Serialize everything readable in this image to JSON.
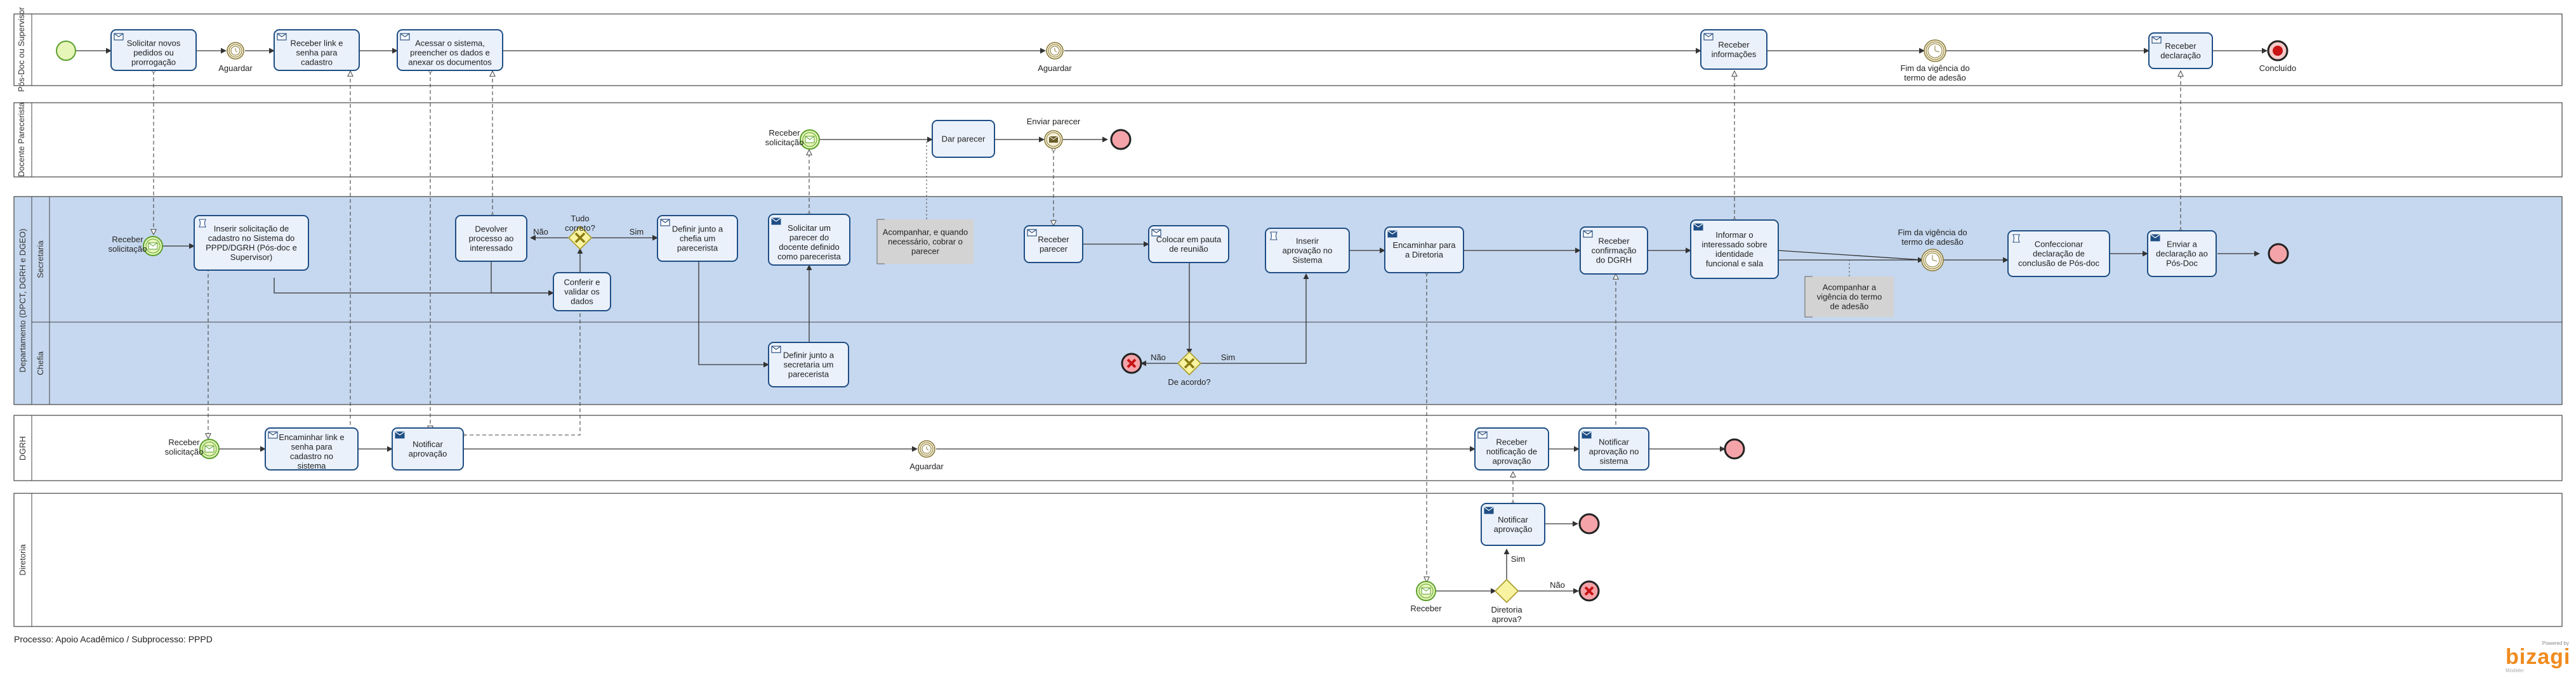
{
  "pools": [
    {
      "key": "pos",
      "label": "Pós-Doc ou Supervisor"
    },
    {
      "key": "doc",
      "label": "Docente Parecerista"
    },
    {
      "key": "dep",
      "label": "Departamento (DPCT, DGRH e DGEO)"
    },
    {
      "key": "dgrh",
      "label": "DGRH"
    },
    {
      "key": "dir",
      "label": "Diretoria"
    }
  ],
  "lanes": [
    {
      "key": "sec",
      "label": "Secretaria"
    },
    {
      "key": "che",
      "label": "Chefia"
    }
  ],
  "tasks": [
    {
      "key": "t1",
      "icon": "message",
      "label": "Solicitar novos pedidos ou prorrogação"
    },
    {
      "key": "t2",
      "icon": "message",
      "label": "Receber link e senha para cadastro"
    },
    {
      "key": "t3",
      "icon": "message",
      "label": "Acessar o sistema, preencher os dados e anexar os documentos"
    },
    {
      "key": "t4",
      "icon": "message",
      "label": "Receber informações"
    },
    {
      "key": "t5",
      "icon": "message",
      "label": "Receber declaração"
    },
    {
      "key": "t6",
      "icon": "none",
      "label": "Dar parecer"
    },
    {
      "key": "t7",
      "icon": "script",
      "label": "Inserir solicitação de cadastro no Sistema do PPPD/DGRH (Pós-doc e Supervisor)"
    },
    {
      "key": "t8",
      "icon": "none",
      "label": "Devolver processo ao interessado"
    },
    {
      "key": "t9",
      "icon": "none",
      "label": "Conferir e validar os dados"
    },
    {
      "key": "t10",
      "icon": "message",
      "label": "Definir junto a chefia um parecerista"
    },
    {
      "key": "t11",
      "icon": "send",
      "label": "Solicitar um parecer do docente definido como parecerista"
    },
    {
      "key": "t12",
      "icon": "message",
      "label": "Receber parecer"
    },
    {
      "key": "t13",
      "icon": "message",
      "label": "Colocar em pauta de reunião"
    },
    {
      "key": "t14",
      "icon": "script",
      "label": "Inserir aprovação no Sistema"
    },
    {
      "key": "t15",
      "icon": "send",
      "label": "Encaminhar para a Diretoria"
    },
    {
      "key": "t16",
      "icon": "message",
      "label": "Receber confirmação do DGRH"
    },
    {
      "key": "t17",
      "icon": "send",
      "label": "Informar o interessado sobre identidade funcional e sala"
    },
    {
      "key": "t18",
      "icon": "script",
      "label": "Confeccionar declaração de conclusão de Pós-doc"
    },
    {
      "key": "t19",
      "icon": "send",
      "label": "Enviar a declaração ao Pós-Doc"
    },
    {
      "key": "t20",
      "icon": "message",
      "label": "Definir junto a secretaria um parecerista"
    },
    {
      "key": "t21",
      "icon": "message",
      "label": "Encaminhar link e senha para cadastro no sistema"
    },
    {
      "key": "t22",
      "icon": "send",
      "label": "Notificar aprovação"
    },
    {
      "key": "t23",
      "icon": "message",
      "label": "Receber notificação de aprovação"
    },
    {
      "key": "t24",
      "icon": "send",
      "label": "Notificar aprovação no sistema"
    },
    {
      "key": "t25",
      "icon": "send",
      "label": "Notificar aprovação"
    }
  ],
  "events": [
    {
      "key": "e_aguardar1",
      "label": "Aguardar"
    },
    {
      "key": "e_aguardar2",
      "label": "Aguardar"
    },
    {
      "key": "e_fim_vig1",
      "label": "Fim da vigência do termo de adesão"
    },
    {
      "key": "e_concluido",
      "label": "Concluído"
    },
    {
      "key": "e_receber_sol1",
      "label": "Receber solicitação"
    },
    {
      "key": "e_enviar_par",
      "label": "Enviar parecer"
    },
    {
      "key": "e_receber_sol2",
      "label": "Receber solicitação"
    },
    {
      "key": "e_fim_vig2",
      "label": "Fim da vigência do termo de adesão"
    },
    {
      "key": "e_receber_sol3",
      "label": "Receber solicitação"
    },
    {
      "key": "e_aguardar3",
      "label": "Aguardar"
    },
    {
      "key": "e_receber",
      "label": "Receber"
    }
  ],
  "gateways": [
    {
      "key": "g1",
      "label": "Tudo correto?"
    },
    {
      "key": "g2",
      "label": "De acordo?"
    },
    {
      "key": "g3",
      "label": "Diretoria aprova?"
    }
  ],
  "flow_labels": {
    "g1_no": "Não",
    "g1_yes": "Sim",
    "g2_no": "Não",
    "g2_yes": "Sim",
    "g3_no": "Não",
    "g3_yes": "Sim"
  },
  "annotations": [
    {
      "key": "a1",
      "label": "Acompanhar, e quando necessário, cobrar o parecer"
    },
    {
      "key": "a2",
      "label": "Acompanhar a vigência do termo de adesão"
    }
  ],
  "footer": {
    "process": "Processo: Apoio Acadêmico / Subprocesso: PPPD"
  },
  "brand": {
    "powered": "Powered by",
    "name": "bizagi",
    "module": "Modeler"
  }
}
